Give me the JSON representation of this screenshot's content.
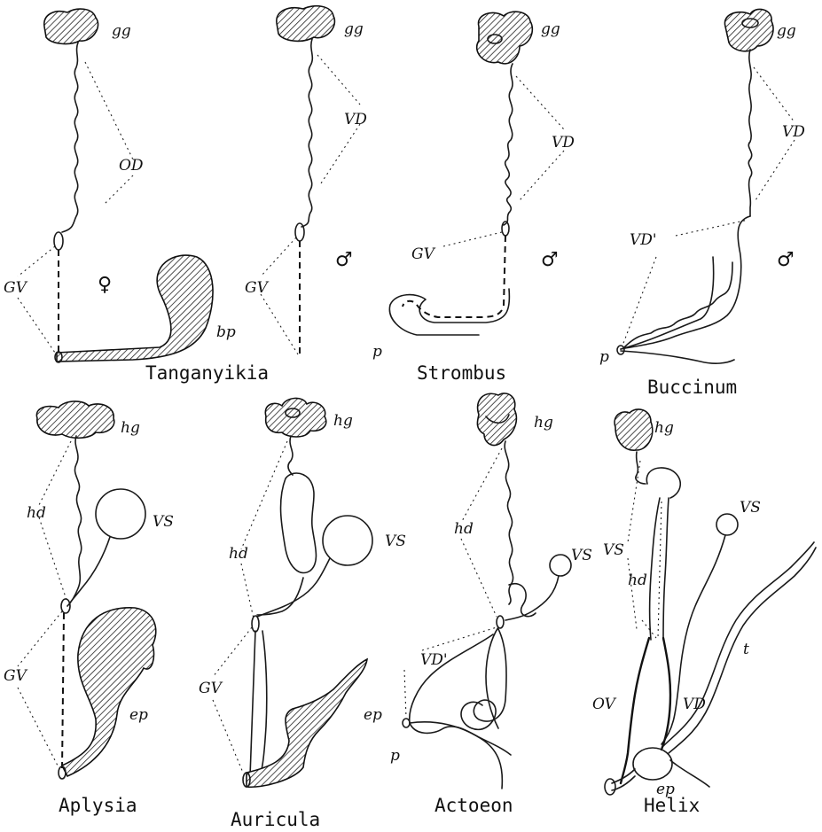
{
  "panels": [
    {
      "name": "Tanganyikia",
      "sex": "♀",
      "labels": [
        "gg",
        "OD",
        "GV",
        "bp"
      ]
    },
    {
      "name": "Strombus",
      "sex": "♂",
      "labels": [
        "gg",
        "VD",
        "GV",
        "p"
      ]
    },
    {
      "name": "Buccinum",
      "sex": "♂",
      "labels": [
        "gg",
        "VD",
        "VD'",
        "p"
      ]
    },
    {
      "name": "Aplysia",
      "labels": [
        "hg",
        "hd",
        "VS",
        "GV",
        "ep"
      ]
    },
    {
      "name": "Auricula",
      "labels": [
        "hg",
        "hd",
        "VS",
        "GV",
        "ep"
      ]
    },
    {
      "name": "Actoeon",
      "labels": [
        "hg",
        "hd",
        "VS",
        "VD'",
        "p"
      ]
    },
    {
      "name": "Helix",
      "labels": [
        "hg",
        "VS",
        "hd",
        "VS",
        "OV",
        "VD",
        "t",
        "ep"
      ]
    }
  ],
  "unnamed_panel": {
    "sex": "♂",
    "labels": [
      "gg",
      "VD",
      "GV"
    ]
  }
}
